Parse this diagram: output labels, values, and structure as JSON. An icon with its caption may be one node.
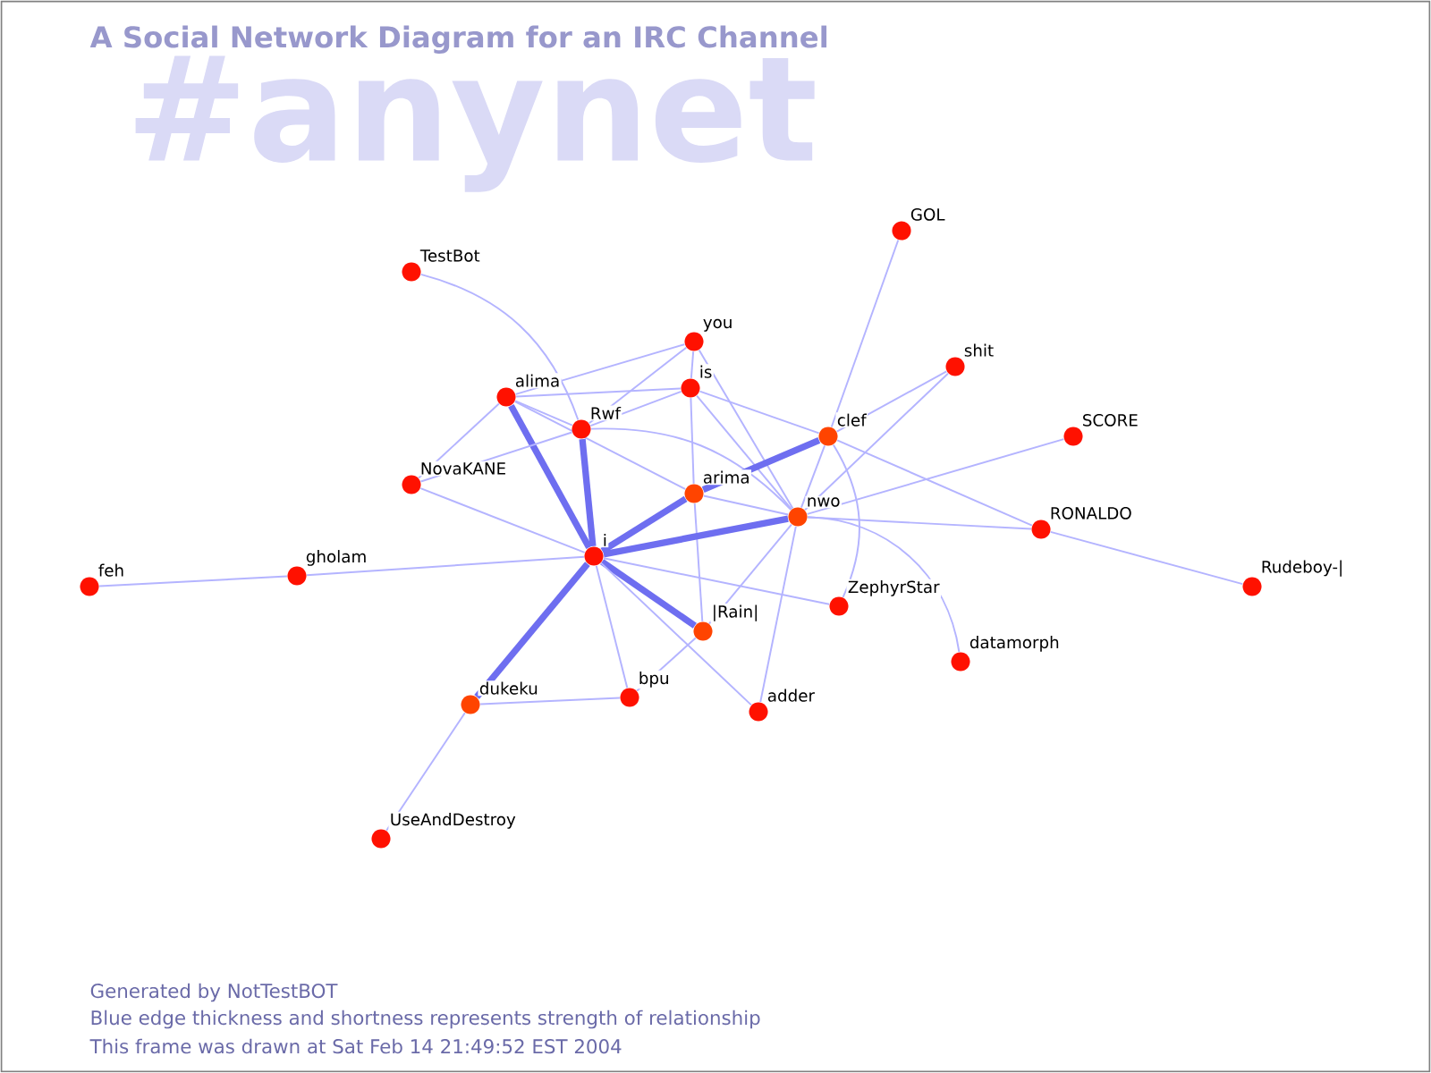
{
  "diagram": {
    "title": "A Social Network Diagram for an IRC Channel",
    "nodes": [
      {
        "text": [
          "TestBot"
        ]
      },
      {
        "text": [
          "GOL"
        ]
      },
      {
        "text": [
          "you"
        ]
      },
      {
        "text": [
          "alima"
        ]
      },
      {
        "text": [
          "is"
        ]
      },
      {
        "text": [
          "shit"
        ]
      },
      {
        "text": [
          "Rwf"
        ]
      },
      {
        "text": [
          "clef"
        ]
      },
      {
        "text": [
          "SCORE"
        ]
      },
      {
        "text": [
          "NovaKANE"
        ]
      },
      {
        "text": [
          "arima"
        ]
      },
      {
        "text": [
          "nwo"
        ]
      },
      {
        "text": [
          "RONALDO"
        ]
      },
      {
        "text": [
          "feh"
        ]
      },
      {
        "text": [
          "gholam"
        ]
      },
      {
        "text": [
          "i"
        ]
      },
      {
        "text": [
          "Rudeboy-|"
        ]
      },
      {
        "text": [
          "ZephyrStar"
        ]
      },
      {
        "text": [
          "|Rain|"
        ]
      },
      {
        "text": [
          "datamorph"
        ]
      },
      {
        "text": [
          "dukeku"
        ]
      },
      {
        "text": [
          "bpu"
        ]
      },
      {
        "text": [
          "adder"
        ]
      },
      {
        "text": [
          "UseAndDestroy"
        ]
      }
    ],
    "edges": [
      {
        "from": 0,
        "to": 6,
        "arrow": "none"
      },
      {
        "from": 1,
        "to": 7,
        "arrow": "none"
      },
      {
        "from": 2,
        "to": 3,
        "arrow": "none"
      },
      {
        "from": 2,
        "to": 6,
        "arrow": "none"
      },
      {
        "from": 2,
        "to": 4,
        "arrow": "none"
      },
      {
        "from": 2,
        "to": 11,
        "arrow": "none"
      },
      {
        "from": 3,
        "to": 4,
        "arrow": "none"
      },
      {
        "from": 3,
        "to": 6,
        "arrow": "none"
      },
      {
        "from": 3,
        "to": 9,
        "arrow": "none"
      },
      {
        "from": 3,
        "to": 15,
        "arrow": "none",
        "style": "thick"
      },
      {
        "from": 3,
        "to": 10,
        "arrow": "none"
      },
      {
        "from": 4,
        "to": 6,
        "arrow": "none"
      },
      {
        "from": 10,
        "to": 18,
        "arrow": "none"
      },
      {
        "from": 4,
        "to": 10,
        "arrow": "none"
      },
      {
        "from": 4,
        "to": 11,
        "arrow": "none"
      },
      {
        "from": 4,
        "to": 7,
        "arrow": "none"
      },
      {
        "from": 6,
        "to": 15,
        "arrow": "none",
        "style": "thick"
      },
      {
        "from": 6,
        "to": 11,
        "arrow": "none"
      },
      {
        "from": 9,
        "to": 6,
        "arrow": "none"
      },
      {
        "from": 9,
        "to": 15,
        "arrow": "none"
      },
      {
        "from": 7,
        "to": 10,
        "arrow": "none",
        "style": "thick"
      },
      {
        "from": 7,
        "to": 5,
        "arrow": "none"
      },
      {
        "from": 7,
        "to": 11,
        "arrow": "none"
      },
      {
        "from": 7,
        "to": 17,
        "arrow": "none"
      },
      {
        "from": 7,
        "to": 12,
        "arrow": "none"
      },
      {
        "from": 5,
        "to": 11,
        "arrow": "none"
      },
      {
        "from": 11,
        "to": 8,
        "arrow": "none"
      },
      {
        "from": 11,
        "to": 12,
        "arrow": "none"
      },
      {
        "from": 11,
        "to": 15,
        "arrow": "none",
        "style": "thick"
      },
      {
        "from": 11,
        "to": 10,
        "arrow": "none"
      },
      {
        "from": 11,
        "to": 19,
        "arrow": "none"
      },
      {
        "from": 11,
        "to": 22,
        "arrow": "none"
      },
      {
        "from": 11,
        "to": 18,
        "arrow": "none"
      },
      {
        "from": 21,
        "to": 18,
        "arrow": "none"
      },
      {
        "from": 12,
        "to": 16,
        "arrow": "none"
      },
      {
        "from": 14,
        "to": 13,
        "arrow": "none"
      },
      {
        "from": 14,
        "to": 15,
        "arrow": "none"
      },
      {
        "from": 15,
        "to": 18,
        "arrow": "none",
        "style": "thick"
      },
      {
        "from": 15,
        "to": 20,
        "arrow": "none",
        "style": "thick"
      },
      {
        "from": 15,
        "to": 21,
        "arrow": "none"
      },
      {
        "from": 15,
        "to": 22,
        "arrow": "none"
      },
      {
        "from": 15,
        "to": 17,
        "arrow": "none"
      },
      {
        "from": 15,
        "to": 10,
        "arrow": "none",
        "style": "thick"
      },
      {
        "from": 20,
        "to": 21,
        "arrow": "none"
      },
      {
        "from": 20,
        "to": 23,
        "arrow": "none"
      }
    ],
    "labels": [
      "#anynet",
      "Generated by NotTestBOT",
      "Blue edge thickness and shortness represents strength of relationship",
      "This frame was drawn at Sat Feb 14 21:49:52 EST 2004"
    ]
  }
}
